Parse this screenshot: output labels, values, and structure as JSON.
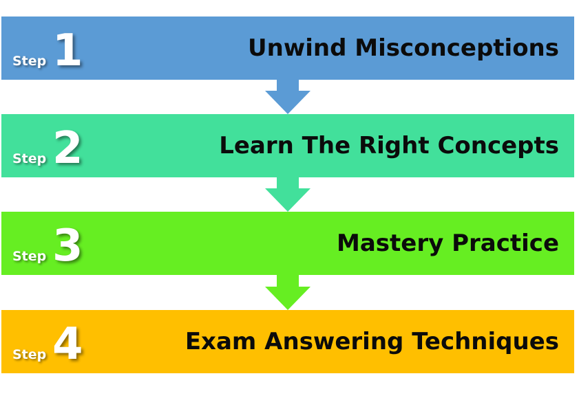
{
  "steps": [
    {
      "label": "Step",
      "number": "1",
      "title": "Unwind Misconceptions",
      "color": "#5b9bd5"
    },
    {
      "label": "Step",
      "number": "2",
      "title": "Learn The Right Concepts",
      "color": "#42e09b"
    },
    {
      "label": "Step",
      "number": "3",
      "title": "Mastery Practice",
      "color": "#66ee22"
    },
    {
      "label": "Step",
      "number": "4",
      "title": "Exam Answering Techniques",
      "color": "#ffbf00"
    }
  ]
}
